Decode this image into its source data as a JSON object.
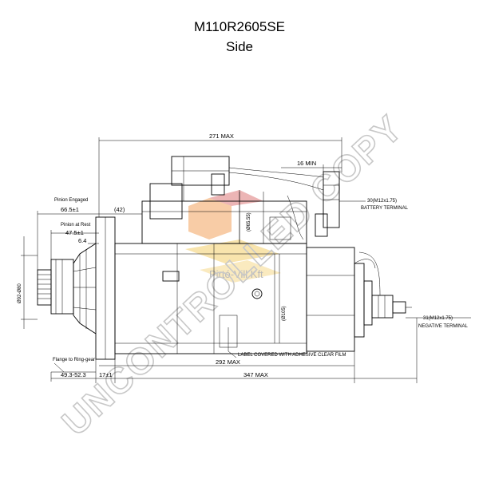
{
  "header": {
    "model": "M110R2605SE",
    "view": "Side"
  },
  "watermark": {
    "text": "UNCONTROLLED COPY",
    "company": "Pirtó-Vill Kft",
    "colors": {
      "outline": "#c8c8c8",
      "orange": "#f2a25c",
      "yellow": "#f5d98a",
      "red": "#d45a5a"
    }
  },
  "dimensions": {
    "overall_max": "271 MAX",
    "terminal_min": "16 MIN",
    "pinion_engaged_label": "Pinion Engaged",
    "pinion_engaged_value": "66.5±1",
    "offset_42": "(42)",
    "pinion_rest_label": "Pinion at Rest",
    "pinion_rest_value": "47.5±1",
    "small_64": "6.4",
    "battery_thread": "30(M12x1.75)",
    "battery_label": "BATTERY TERMINAL",
    "dia_6555": "(Ø65.55)",
    "dia_105": "(Ø105)",
    "dia_pilot": "Ø92-Ø80",
    "negative_thread": "31(M12x1.75)",
    "negative_label": "NEGATIVE TERMINAL",
    "label_note": "LABEL COVERED WITH ADHESIVE CLEAR FILM",
    "body_max": "292 MAX",
    "flange_label": "Flange to Ring-gear",
    "flange_range": "49.3-52.3",
    "flange_thk": "17±1",
    "total_max": "347 MAX"
  }
}
